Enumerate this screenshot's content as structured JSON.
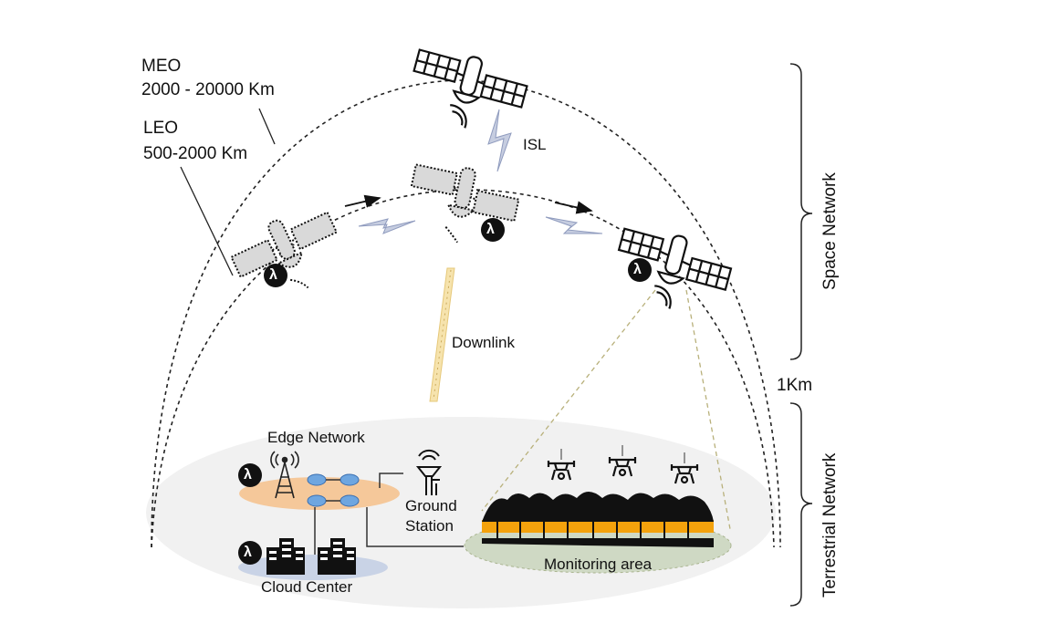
{
  "orbits": {
    "meo": {
      "name": "MEO",
      "range": "2000 - 20000 Km"
    },
    "leo": {
      "name": "LEO",
      "range": "500-2000 Km"
    }
  },
  "links": {
    "isl": "ISL",
    "downlink": "Downlink"
  },
  "boundary": {
    "altitude": "1Km"
  },
  "segments": {
    "space": "Space Network",
    "terrestrial": "Terrestrial Network"
  },
  "ground": {
    "edge_network": "Edge Network",
    "ground_station_line1": "Ground",
    "ground_station_line2": "Station",
    "cloud_center": "Cloud Center",
    "monitoring_area": "Monitoring area"
  },
  "icons": {
    "lambda": "λ",
    "satellite": "satellite-icon",
    "drone": "drone-icon",
    "router": "router-icon",
    "server": "server-icon",
    "tower": "cell-tower-icon",
    "ground_station": "ground-station-icon",
    "forest_fire": "forest-fire-icon"
  },
  "colors": {
    "edge_ellipse": "#f5c89a",
    "cloud_ellipse": "#c9d3e6",
    "monitor_ellipse": "#cfd9c4",
    "terrestrial_ellipse": "#f1f1f1",
    "lightning": "#b7bfd6",
    "downlink": "#f3dda0",
    "fire": "#f4a20c"
  }
}
